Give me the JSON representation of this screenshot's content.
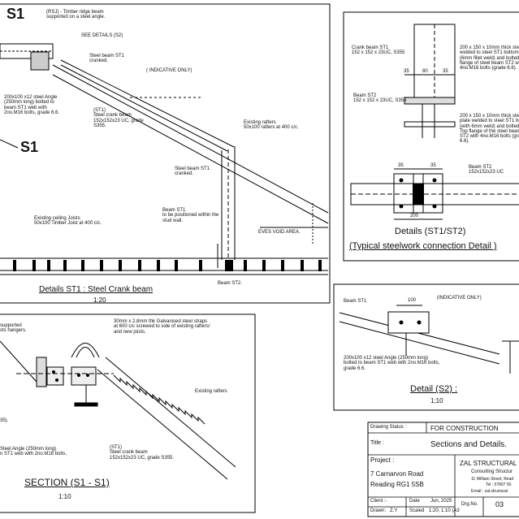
{
  "st1_detail": {
    "marker_top": "S1",
    "marker_left": "S1",
    "rsj_note": "(RSJ) - Timber ridge beam\nsupported on a steel angle.",
    "see_details": "SEE DETAILS (S2)",
    "steel_beam_cranked_top": "Steel beam ST1\ncranked.",
    "indicative": "( INDICATIVE ONLY)",
    "angle_note": "200x100 x12 steel Angle\n(250mm long) bolted to\nbeam ST1 web with\n2no.M16 bolts, grade 6.6.",
    "crank_beam": "(ST1)\nSteel crank beam\n152x152x23 UC, grade\nS355.",
    "existing_rafters": "Existing rafters\n50x100 rafters at 400 c/c.",
    "steel_beam_cranked_mid": "Steel beam ST1\ncranked.",
    "beam_positioned": "Beam ST1\nto be positioned within the\nstud wall.",
    "ceiling_joists": "Existing ceiling Joists\n50x100 Timber Joist at 400 c/c.",
    "eves_void": "EVES VOID AREA.",
    "beam_st2": "Beam ST2.",
    "title": "Details ST1 : Steel Crank beam",
    "scale": "1:20"
  },
  "connection_detail": {
    "crank_beam": "Crank beam ST1\n152 x 152 x 23UC, S355",
    "plate_note_top": "200 x 150 x 10mm thick steel\nwelded to steel ST1 bottom\n(6mm fillet weld) and bolted\nflange of steel beam ST2 w\n4no.M16 bolts (grade 6.6).",
    "dim_35a": "35",
    "dim_80": "80",
    "dim_35b": "35",
    "beam_st2": "Beam ST2\n152 x 152 x 23UC, S355",
    "plate_note_bottom": "200 x 150 x 10mm thick ste\nplate welded to steel ST1 be\n(with 6mm weld) and bolted\nTop flange of the steel beam\nST2 with 4no.M16 bolts (gra\n6.6).",
    "beam_st2_plan": "Beam ST2\n152x152x23 UC",
    "dim_35c": "35",
    "dim_35d": "35",
    "dim_200": "200",
    "title_1": "Details (ST1/ST2)",
    "title_2": "(Typical steelwork connection Detail )"
  },
  "s2_detail": {
    "beam_st1": "Beam ST1",
    "dim_100": "100",
    "indicative": "(INDICATIVE ONLY)",
    "angle_note": "200x100 x12 steel Angle (250mm long)\nbolted to beam ST1 web with 2no.M16 bolts,\ngrade 6.6.",
    "title": "Detail (S2) :",
    "scale": "1;10"
  },
  "section": {
    "supported_note": "supported\nsts hangers.",
    "straps_note": "30mm x 2,8mm thk Galvanised steel straps\nat 600 c/c screwed to side of existing rafters/\nand new joists.",
    "existing_rafters": "Existing rafters",
    "ref_35": "35).",
    "angle_note": "Steel Angle (250mm long)\nn ST1 web with 2no.M16 bolts,",
    "crank_beam": "(ST1)\nSteel crank beam\n152x152x23 UC, grade S355.",
    "title": "SECTION (S1 - S1)",
    "scale": "1:10"
  },
  "title_block": {
    "drawing_status_label": "Drawing Status :",
    "drawing_status": "FOR CONSTRUCTION",
    "title_label": "Title :",
    "title": "Sections and Details.",
    "project_label": "Project :",
    "project_line1": "7 Carnarvon Road",
    "project_line2": "Reading RG1 5SB",
    "company": "ZAL STRUCTURAL",
    "company_sub": "Consulting Structur",
    "company_addr": "11 William Street, Read",
    "company_tel": "Tel : 07807 50",
    "company_email": "Email : zal.structural",
    "client_label": "Client :-",
    "drawn_label": "Drawn:",
    "drawn_value": "Z.Y",
    "date_label": "Date",
    "date_value": "Jun, 2025",
    "scaled_label": "Scaled",
    "scaled_value": "1:20, 1:10 (A3",
    "dwg_label": "Drg.No.",
    "dwg_value": "03"
  }
}
